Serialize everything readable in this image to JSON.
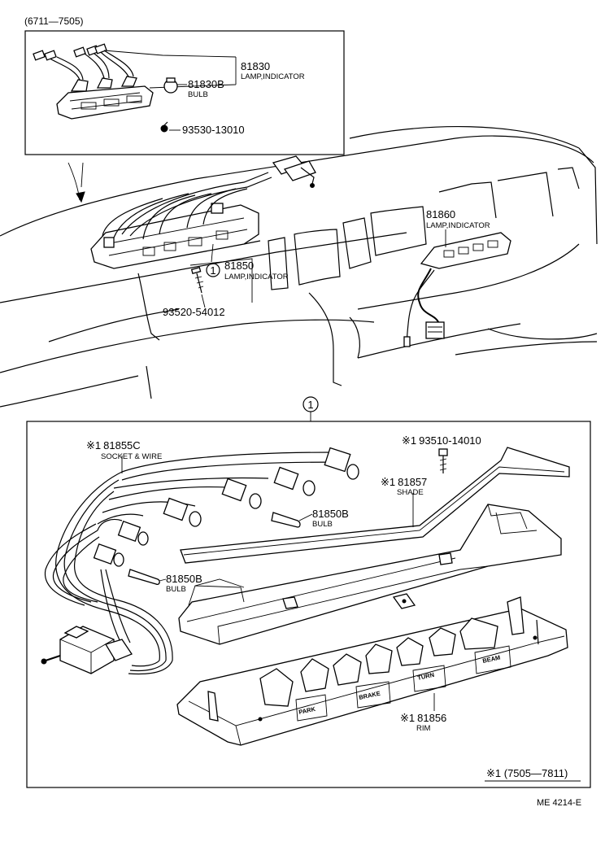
{
  "header": {
    "date_range": "(6711—7505)"
  },
  "inset": {
    "lamp": {
      "part_no": "81830",
      "name": "LAMP,INDICATOR"
    },
    "bulb": {
      "part_no": "81830B",
      "name": "BULB"
    },
    "screw": {
      "part_no": "93530-13010"
    }
  },
  "dash": {
    "lamp_right": {
      "part_no": "81860",
      "name": "LAMP,INDICATOR"
    },
    "lamp_center": {
      "ref": "1",
      "part_no": "81850",
      "name": "LAMP,INDICATOR"
    },
    "screw": {
      "part_no": "93520-54012"
    }
  },
  "exploded": {
    "ref": "1",
    "socket_wire": {
      "prefix": "※1",
      "part_no": "81855C",
      "name": "SOCKET & WIRE"
    },
    "screw": {
      "prefix": "※1",
      "part_no": "93510-14010"
    },
    "shade": {
      "prefix": "※1",
      "part_no": "81857",
      "name": "SHADE"
    },
    "bulb_right": {
      "part_no": "81850B",
      "name": "BULB"
    },
    "bulb_left": {
      "part_no": "81850B",
      "name": "BULB"
    },
    "rim": {
      "prefix": "※1",
      "part_no": "81856",
      "name": "RIM"
    },
    "rim_labels": [
      "BEAM",
      "TURN",
      "BRAKE",
      "PARK"
    ],
    "footnote": "※1 (7505—7811)"
  },
  "figure_code": "ME 4214-E"
}
